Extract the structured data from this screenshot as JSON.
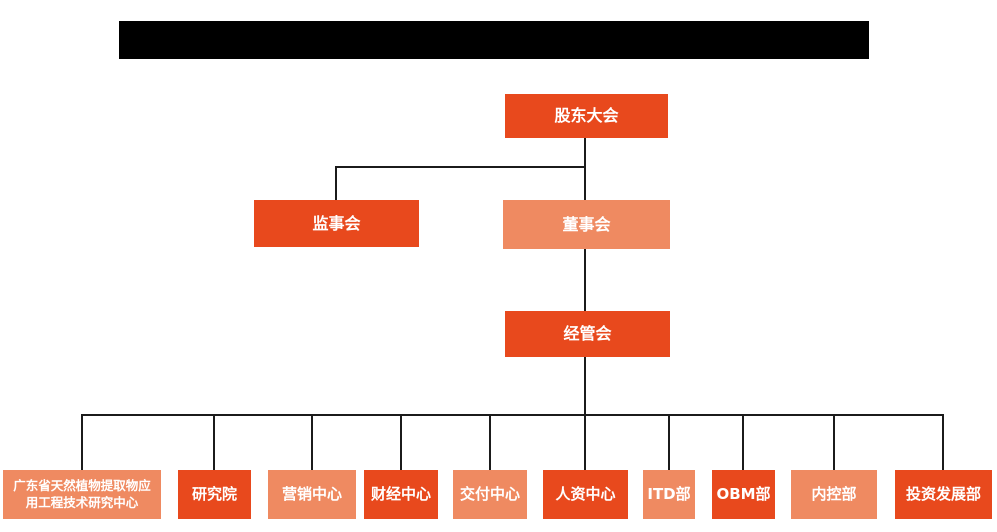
{
  "colors": {
    "node_primary": "#e8491d",
    "node_secondary": "#ef8a61",
    "connector": "#1b1b1b",
    "node_text": "#ffffff",
    "title_bar": "#000000",
    "background": "#ffffff"
  },
  "org_chart": {
    "type": "org-hierarchy",
    "root": {
      "label": "股东大会",
      "variant": "primary"
    },
    "level2": [
      {
        "label": "监事会",
        "variant": "primary",
        "parent": "股东大会"
      },
      {
        "label": "董事会",
        "variant": "secondary",
        "parent": "股东大会"
      }
    ],
    "level3": {
      "label": "经管会",
      "variant": "primary",
      "parent": "董事会"
    },
    "departments": [
      {
        "label": "广东省天然植物提取物应用工程技术研究中心",
        "variant": "secondary",
        "parent": "经管会"
      },
      {
        "label": "研究院",
        "variant": "primary",
        "parent": "经管会"
      },
      {
        "label": "营销中心",
        "variant": "secondary",
        "parent": "经管会"
      },
      {
        "label": "财经中心",
        "variant": "primary",
        "parent": "经管会"
      },
      {
        "label": "交付中心",
        "variant": "secondary",
        "parent": "经管会"
      },
      {
        "label": "人资中心",
        "variant": "primary",
        "parent": "经管会"
      },
      {
        "label": "ITD部",
        "variant": "secondary",
        "parent": "经管会"
      },
      {
        "label": "OBM部",
        "variant": "primary",
        "parent": "经管会"
      },
      {
        "label": "内控部",
        "variant": "secondary",
        "parent": "经管会"
      },
      {
        "label": "投资发展部",
        "variant": "primary",
        "parent": "经管会"
      }
    ]
  }
}
